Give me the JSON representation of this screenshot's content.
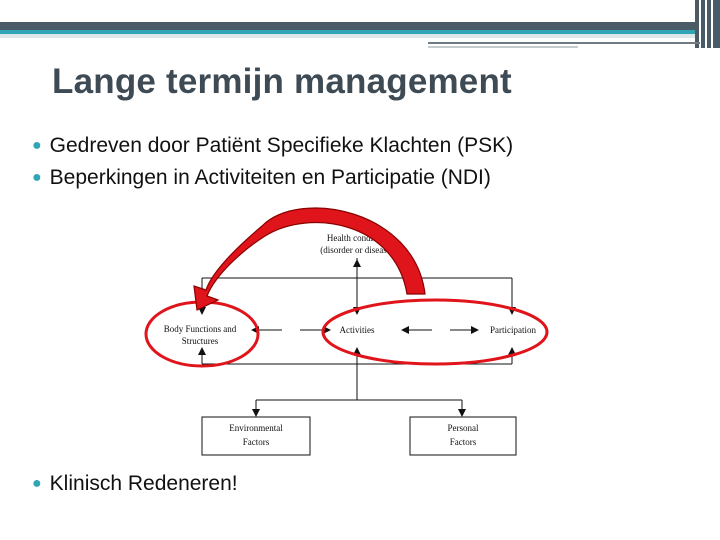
{
  "slide": {
    "title": "Lange termijn management",
    "bullets": [
      "Gedreven door Patiënt Specifieke Klachten (PSK)",
      "Beperkingen in Activiteiten en Participatie (NDI)"
    ],
    "bottom_bullet": "Klinisch Redeneren!"
  },
  "diagram": {
    "health_condition": [
      "Health condition",
      "(disorder or disease)"
    ],
    "body_functions": [
      "Body Functions and",
      "Structures"
    ],
    "activities": "Activities",
    "participation": "Participation",
    "environmental": [
      "Environmental",
      "Factors"
    ],
    "personal": [
      "Personal",
      "Factors"
    ],
    "highlight_color": "#e0141b",
    "accent_color": "#31a5b5"
  }
}
